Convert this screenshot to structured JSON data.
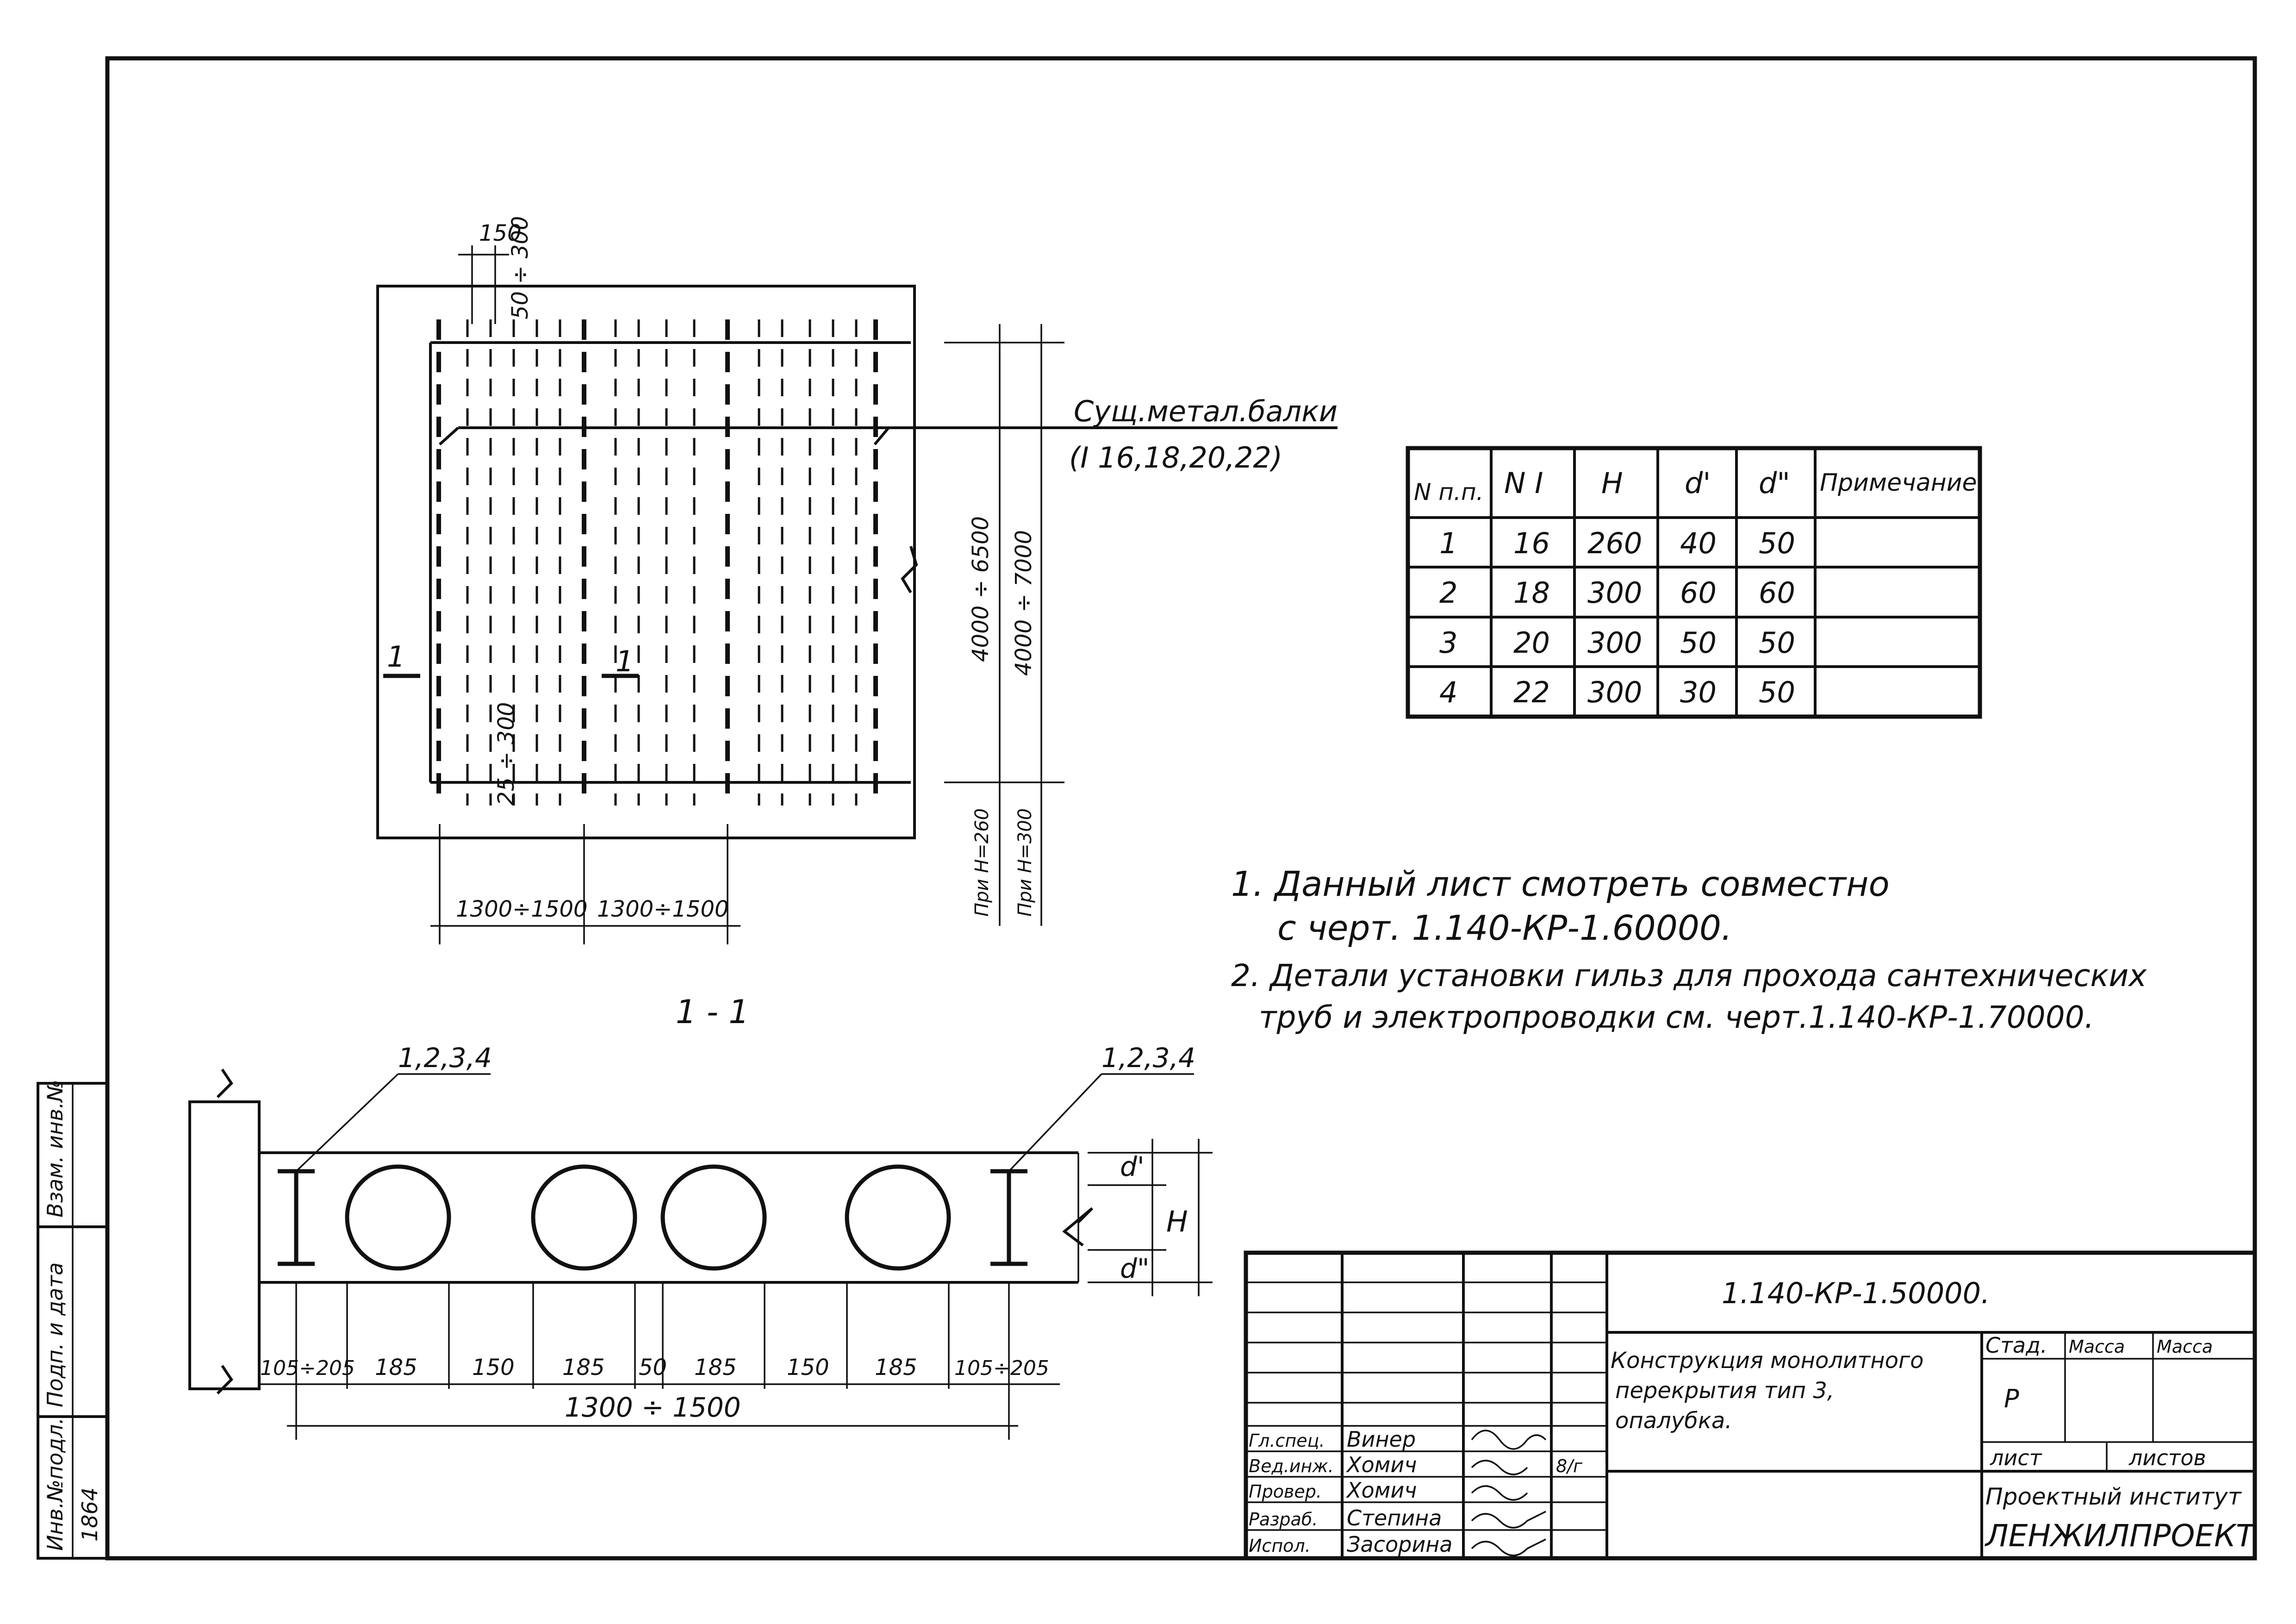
{
  "drawing": {
    "plan": {
      "top_dim_1": "150",
      "top_dim_2": "50 ÷ 300",
      "bottom_dim": "25 ÷ 300",
      "span_dim_1": "1300÷1500",
      "span_dim_2": "1300÷1500",
      "height_dim_1": "4000 ÷ 6500",
      "height_dim_2": "4000 ÷ 7000",
      "h_note_1": "При H=260",
      "h_note_2": "При H=300",
      "beam_label": "Сущ.метал.балки",
      "beam_types": "(I 16,18,20,22)",
      "cut_mark": "1",
      "center_mark": "1"
    },
    "section": {
      "title": "1 - 1",
      "callout_left": "1,2,3,4",
      "callout_right": "1,2,3,4",
      "label_d1": "d'",
      "label_d2": "d\"",
      "label_h": "H",
      "dims": [
        "105÷205",
        "185",
        "150",
        "185",
        "50",
        "185",
        "150",
        "185",
        "105÷205"
      ],
      "overall_dim": "1300 ÷ 1500"
    }
  },
  "table": {
    "headers": [
      "N п.п.",
      "N I",
      "H",
      "d'",
      "d\"",
      "Примечание"
    ],
    "rows": [
      [
        "1",
        "16",
        "260",
        "40",
        "50",
        ""
      ],
      [
        "2",
        "18",
        "300",
        "60",
        "60",
        ""
      ],
      [
        "3",
        "20",
        "300",
        "50",
        "50",
        ""
      ],
      [
        "4",
        "22",
        "300",
        "30",
        "50",
        ""
      ]
    ]
  },
  "notes": {
    "n1_a": "1. Данный лист смотреть совместно",
    "n1_b": "с черт. 1.140-КР-1.60000.",
    "n2_a": "2. Детали установки гильз для прохода сантехнических",
    "n2_b": "труб и электропроводки см. черт.1.140-КР-1.70000."
  },
  "title_block": {
    "doc_code": "1.140-КР-1.50000.",
    "title": [
      "Конструкция монолитного",
      "перекрытия тип 3,",
      "опалубка."
    ],
    "stage_label": "Стад.",
    "mass_label_1": "Масса",
    "mass_label_2": "Масса",
    "stage_value": "Р",
    "sheet_label": "лист",
    "sheets_label": "листов",
    "org_line1": "Проектный институт",
    "org_line2": "ЛЕНЖИЛПРОЕКТ",
    "signatories": [
      {
        "role": "Гл.спец.",
        "name": "Винер"
      },
      {
        "role": "Вед.инж.",
        "name": "Хомич"
      },
      {
        "role": "Провер.",
        "name": "Хомич"
      },
      {
        "role": "Разраб.",
        "name": "Степина"
      },
      {
        "role": "Испол.",
        "name": "Засорина"
      }
    ],
    "date_mark": "8/г"
  },
  "side_stamp": {
    "inv_original": "Инв.№подл.",
    "sign_date": "Подп. и дата",
    "replace_inv": "Взам. инв.№",
    "inv_value": "1864"
  }
}
